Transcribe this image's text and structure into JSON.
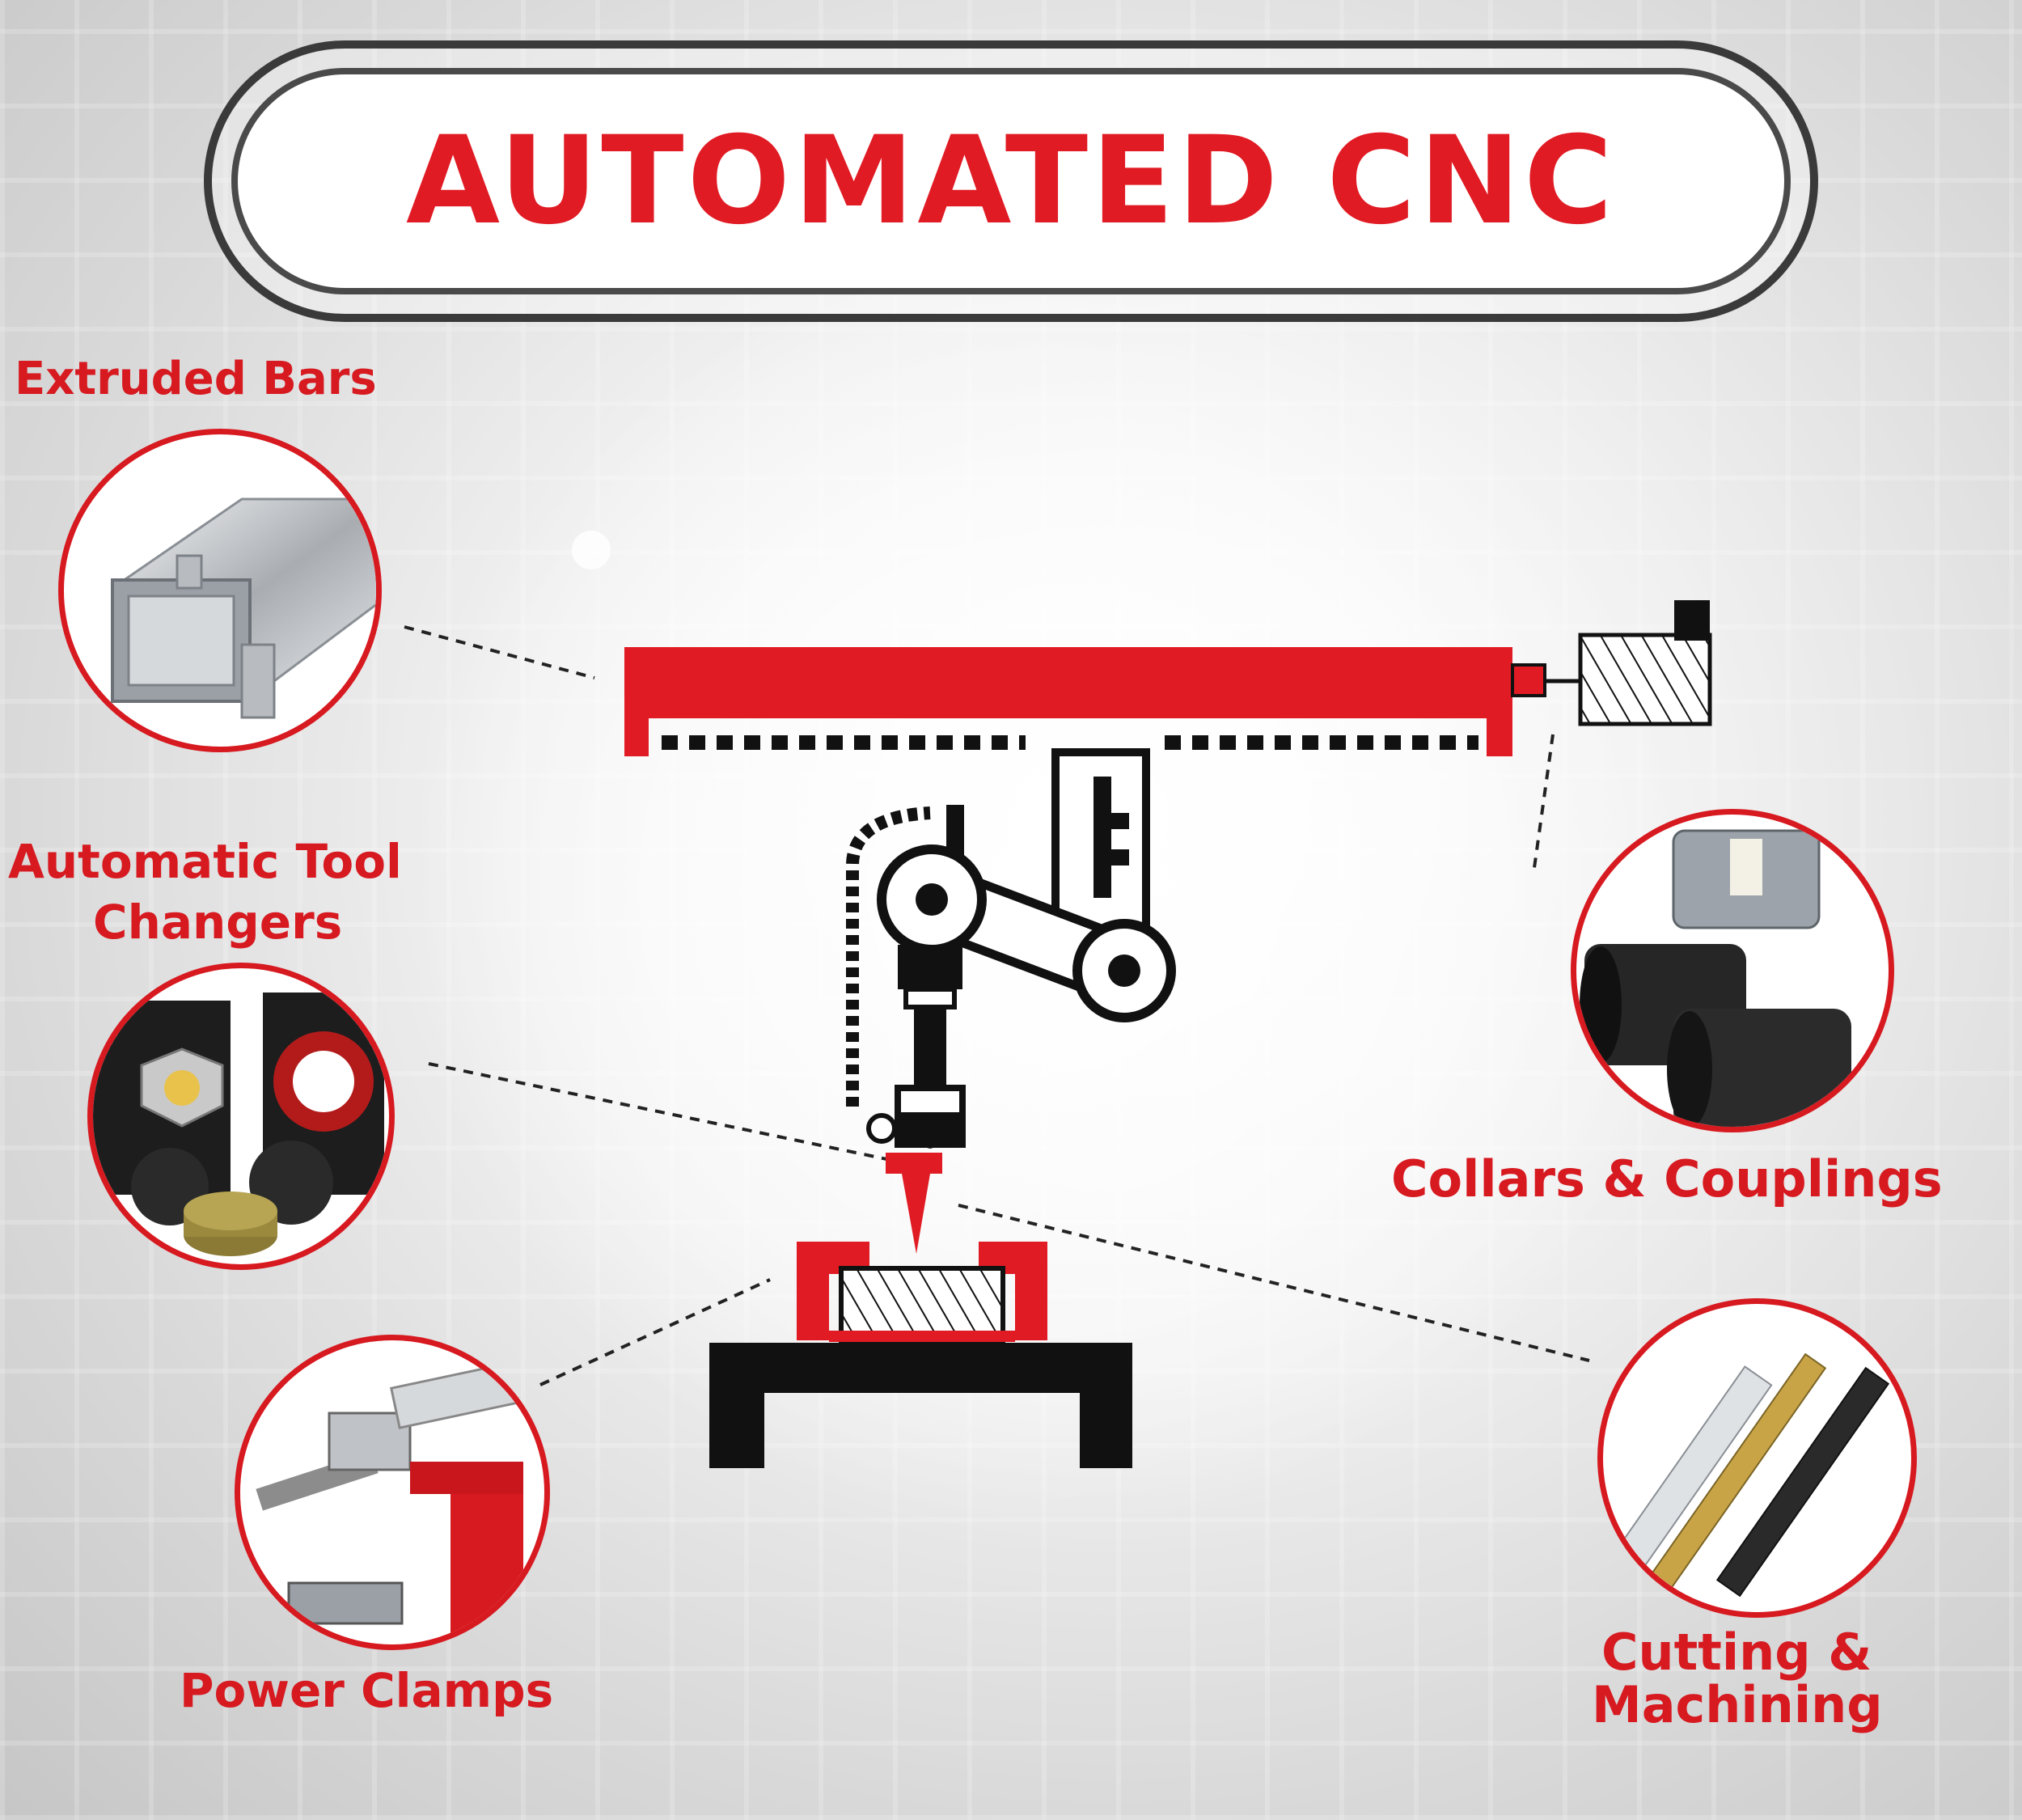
{
  "title": "AUTOMATED CNC",
  "labels": {
    "extruded_bars": "Extruded Bars",
    "tool_changers_line1": "Automatic Tool",
    "tool_changers_line2": "Changers",
    "power_clamps": "Power Clamps",
    "collars_couplings": "Collars & Couplings",
    "cutting_line1": "Cutting &",
    "cutting_line2": "Machining"
  },
  "colors": {
    "accent_red": "#d71920",
    "outline_dark": "#3a3a3a",
    "machine_black": "#111111"
  },
  "icons": {
    "extruded_bars": "aluminum-extrusion-icon",
    "tool_changers": "tool-changer-icon",
    "power_clamps": "power-clamp-icon",
    "collars_couplings": "shaft-coupling-icon",
    "cutting": "drill-bit-icon"
  }
}
